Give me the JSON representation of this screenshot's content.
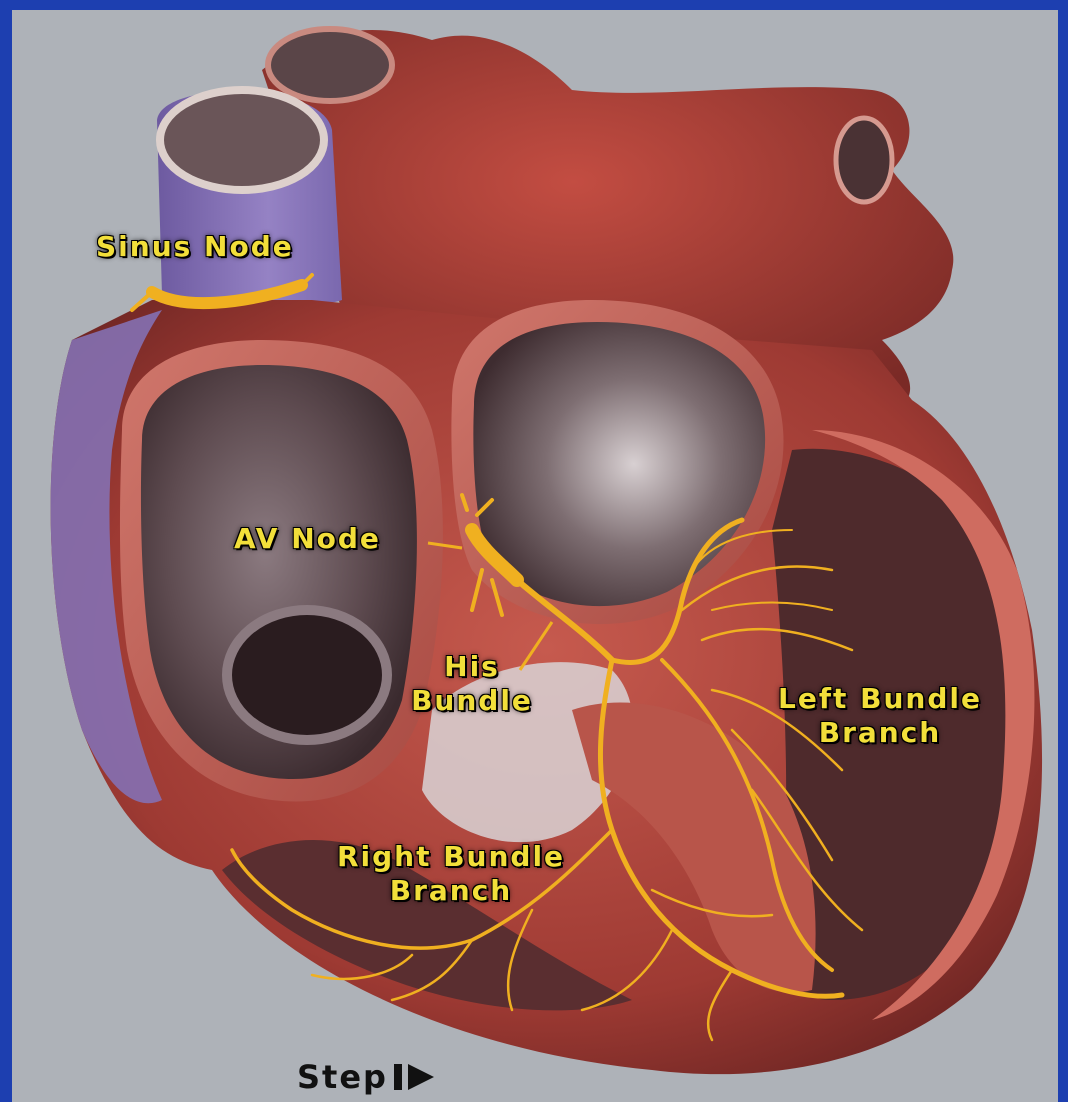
{
  "labels": {
    "sinus_node": "Sinus Node",
    "av_node": "AV Node",
    "his_bundle_line1": "His",
    "his_bundle_line2": "Bundle",
    "left_bundle_line1": "Left Bundle",
    "left_bundle_line2": "Branch",
    "right_bundle_line1": "Right Bundle",
    "right_bundle_line2": "Branch"
  },
  "controls": {
    "step_label": "Step"
  },
  "colors": {
    "frame": "#1d3fb0",
    "background": "#aeb2b8",
    "label": "#f2df3a",
    "conduction": "#f0b020",
    "muscle": "#b3433a",
    "chamber": "#6e5a5e",
    "vena_cava": "#8a74b8"
  }
}
